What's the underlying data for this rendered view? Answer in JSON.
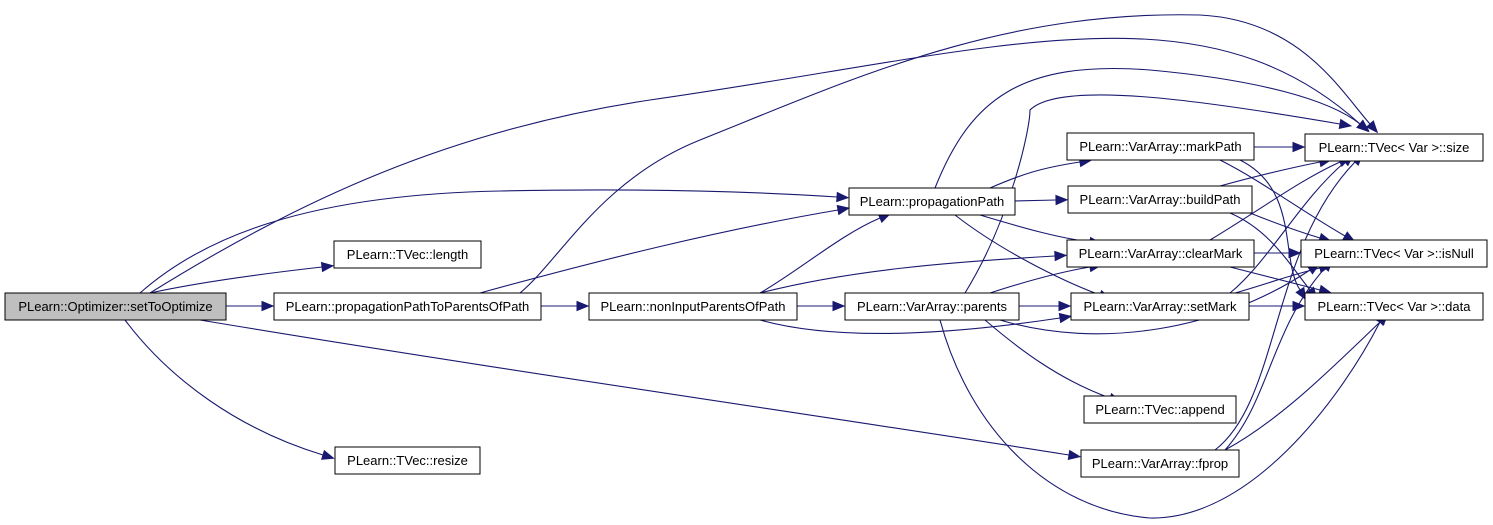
{
  "diagram": {
    "type": "call-graph",
    "edge_color": "#191970",
    "root_fill": "#bfbfbf",
    "node_fill": "#ffffff",
    "nodes": [
      {
        "id": "setToOptimize",
        "label": "PLearn::Optimizer::setToOptimize",
        "root": true
      },
      {
        "id": "length",
        "label": "PLearn::TVec::length"
      },
      {
        "id": "ppToParents",
        "label": "PLearn::propagationPathToParentsOfPath"
      },
      {
        "id": "resize",
        "label": "PLearn::TVec::resize"
      },
      {
        "id": "nonInput",
        "label": "PLearn::nonInputParentsOfPath"
      },
      {
        "id": "propagationPath",
        "label": "PLearn::propagationPath"
      },
      {
        "id": "parents",
        "label": "PLearn::VarArray::parents"
      },
      {
        "id": "markPath",
        "label": "PLearn::VarArray::markPath"
      },
      {
        "id": "buildPath",
        "label": "PLearn::VarArray::buildPath"
      },
      {
        "id": "clearMark",
        "label": "PLearn::VarArray::clearMark"
      },
      {
        "id": "setMark",
        "label": "PLearn::VarArray::setMark"
      },
      {
        "id": "append",
        "label": "PLearn::TVec::append"
      },
      {
        "id": "fprop",
        "label": "PLearn::VarArray::fprop"
      },
      {
        "id": "size",
        "label": "PLearn::TVec< Var >::size"
      },
      {
        "id": "isNull",
        "label": "PLearn::TVec< Var >::isNull"
      },
      {
        "id": "data",
        "label": "PLearn::TVec< Var >::data"
      }
    ],
    "edges": [
      [
        "setToOptimize",
        "length"
      ],
      [
        "setToOptimize",
        "ppToParents"
      ],
      [
        "setToOptimize",
        "resize"
      ],
      [
        "setToOptimize",
        "propagationPath"
      ],
      [
        "setToOptimize",
        "size"
      ],
      [
        "setToOptimize",
        "fprop"
      ],
      [
        "ppToParents",
        "nonInput"
      ],
      [
        "ppToParents",
        "propagationPath"
      ],
      [
        "ppToParents",
        "size"
      ],
      [
        "nonInput",
        "parents"
      ],
      [
        "nonInput",
        "propagationPath"
      ],
      [
        "nonInput",
        "clearMark"
      ],
      [
        "nonInput",
        "setMark"
      ],
      [
        "propagationPath",
        "markPath"
      ],
      [
        "propagationPath",
        "buildPath"
      ],
      [
        "propagationPath",
        "clearMark"
      ],
      [
        "propagationPath",
        "setMark"
      ],
      [
        "propagationPath",
        "size"
      ],
      [
        "parents",
        "clearMark"
      ],
      [
        "parents",
        "setMark"
      ],
      [
        "parents",
        "append"
      ],
      [
        "parents",
        "size"
      ],
      [
        "parents",
        "isNull"
      ],
      [
        "parents",
        "data"
      ],
      [
        "markPath",
        "size"
      ],
      [
        "markPath",
        "isNull"
      ],
      [
        "markPath",
        "data"
      ],
      [
        "buildPath",
        "size"
      ],
      [
        "buildPath",
        "isNull"
      ],
      [
        "buildPath",
        "data"
      ],
      [
        "clearMark",
        "size"
      ],
      [
        "clearMark",
        "isNull"
      ],
      [
        "clearMark",
        "data"
      ],
      [
        "setMark",
        "size"
      ],
      [
        "setMark",
        "isNull"
      ],
      [
        "setMark",
        "data"
      ],
      [
        "fprop",
        "size"
      ],
      [
        "fprop",
        "isNull"
      ],
      [
        "fprop",
        "data"
      ]
    ]
  }
}
